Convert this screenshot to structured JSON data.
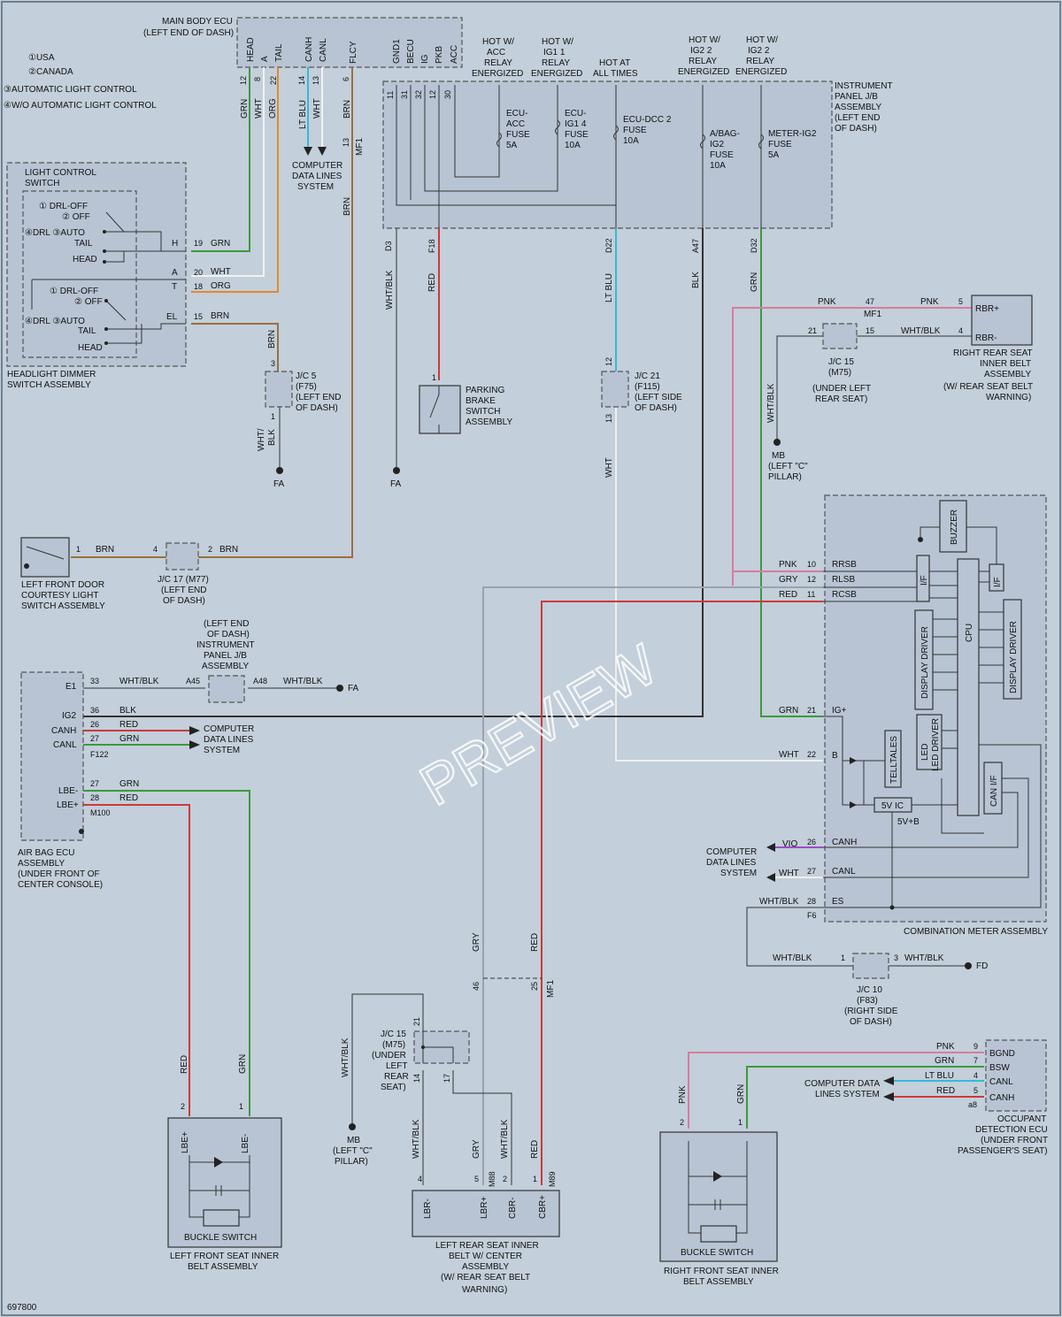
{
  "figure_id": "697800",
  "watermark": "PREVIEW",
  "legend": [
    "①USA",
    "②CANADA",
    "③AUTOMATIC LIGHT CONTROL",
    "④W/O AUTOMATIC LIGHT CONTROL"
  ],
  "main_body_ecu": {
    "label": [
      "MAIN BODY ECU",
      "(LEFT END OF DASH)"
    ],
    "terminals": [
      "HEAD",
      "A",
      "TAIL",
      "CANH",
      "CANL",
      "FLCY"
    ],
    "pins": [
      "12",
      "8",
      "22",
      "14",
      "13",
      "6"
    ]
  },
  "relay_headers": [
    [
      "HOT W/",
      "ACC",
      "RELAY",
      "ENERGIZED"
    ],
    [
      "HOT W/",
      "IG1 1",
      "RELAY",
      "ENERGIZED"
    ],
    [
      "HOT AT",
      "ALL TIMES"
    ],
    [
      "HOT W/",
      "IG2 2",
      "RELAY",
      "ENERGIZED"
    ],
    [
      "HOT W/",
      "IG2 2",
      "RELAY",
      "ENERGIZED"
    ]
  ],
  "jb_terminals": [
    "GND1",
    "BECU",
    "IG",
    "PKB",
    "ACC"
  ],
  "jb_pins": [
    "11",
    "31",
    "32",
    "12",
    "30"
  ],
  "instrument_panel_jb": [
    "INSTRUMENT",
    "PANEL J/B",
    "ASSEMBLY",
    "(LEFT END",
    "OF DASH)"
  ],
  "fuses": [
    [
      "ECU-",
      "ACC",
      "FUSE",
      "5A"
    ],
    [
      "ECU-",
      "IG1 4",
      "FUSE",
      "10A"
    ],
    [
      "ECU-DCC 2",
      "FUSE",
      "10A"
    ],
    [
      "A/BAG-",
      "IG2",
      "FUSE",
      "10A"
    ],
    [
      "METER-IG2",
      "FUSE",
      "5A"
    ]
  ],
  "jb_out_pins": [
    "D3",
    "F18",
    "D22",
    "A47",
    "D32"
  ],
  "wire_colors": {
    "grn": "GRN",
    "wht": "WHT",
    "org": "ORG",
    "ltblu": "LT BLU",
    "brn": "BRN",
    "whtblk": "WHT/BLK",
    "red": "RED",
    "blk": "BLK",
    "pnk": "PNK",
    "gry": "GRY",
    "vio": "VIO",
    "whtblk_split": [
      "WHT/",
      "BLK"
    ]
  },
  "mf1": "MF1",
  "computer_data_lines": [
    "COMPUTER",
    "DATA LINES",
    "SYSTEM"
  ],
  "light_control": {
    "title": [
      "LIGHT CONTROL",
      "SWITCH"
    ],
    "positions": [
      "① DRL-OFF",
      "② OFF",
      "④DRL ③AUTO",
      "TAIL",
      "HEAD"
    ],
    "terminals": [
      "H",
      "A",
      "T",
      "EL"
    ],
    "pins": [
      "19",
      "20",
      "18",
      "15"
    ],
    "assembly": [
      "HEADLIGHT DIMMER",
      "SWITCH ASSEMBLY"
    ]
  },
  "jc5": {
    "label": [
      "J/C 5",
      "(F75)",
      "(LEFT END",
      "OF DASH)"
    ],
    "pins": [
      "3",
      "1"
    ]
  },
  "ground_fa": "FA",
  "ground_fd": "FD",
  "parking_brake": [
    "PARKING",
    "BRAKE",
    "SWITCH",
    "ASSEMBLY"
  ],
  "jc21": {
    "label": [
      "J/C 21",
      "(F115)",
      "(LEFT SIDE",
      "OF DASH)"
    ],
    "pins": [
      "12",
      "13"
    ]
  },
  "mb_ground": [
    "MB",
    "(LEFT \"C\"",
    "PILLAR)"
  ],
  "right_rear_belt": {
    "label": [
      "RIGHT REAR SEAT",
      "INNER BELT",
      "ASSEMBLY",
      "(W/ REAR SEAT BELT",
      "WARNING)"
    ],
    "terminals": [
      "RBR+",
      "RBR-"
    ],
    "pins": [
      "5",
      "4"
    ],
    "mf_pin": "47"
  },
  "jc15_upper": {
    "label": [
      "J/C 15",
      "(M75)",
      "(UNDER LEFT",
      "REAR SEAT)"
    ],
    "pins": [
      "21",
      "15"
    ]
  },
  "door_switch": [
    "LEFT FRONT DOOR",
    "COURTESY LIGHT",
    "SWITCH ASSEMBLY"
  ],
  "jc17": {
    "label": [
      "J/C 17 (M77)",
      "(LEFT END",
      "OF DASH)"
    ],
    "pins": [
      "1",
      "4",
      "2"
    ]
  },
  "ip_jb2": {
    "label": [
      "(LEFT END",
      "OF DASH)",
      "INSTRUMENT",
      "PANEL J/B",
      "ASSEMBLY"
    ],
    "pins": [
      "33",
      "A45",
      "A48"
    ]
  },
  "airbag_ecu": {
    "terminals": [
      "E1",
      "IG2",
      "CANH",
      "CANL",
      "LBE-",
      "LBE+"
    ],
    "pins": [
      "33",
      "36",
      "26",
      "27",
      "27",
      "28"
    ],
    "connectors": [
      "F122",
      "M100"
    ],
    "label": [
      "AIR BAG ECU",
      "ASSEMBLY",
      "(UNDER FRONT OF",
      "CENTER CONSOLE)"
    ]
  },
  "combination_meter": {
    "terminals": [
      "RRSB",
      "RLSB",
      "RCSB",
      "IG+",
      "B",
      "CANH",
      "CANL",
      "ES"
    ],
    "pins": [
      "10",
      "12",
      "11",
      "21",
      "22",
      "26",
      "27",
      "28"
    ],
    "connector": "F6",
    "internal": [
      "BUZZER",
      "I/F",
      "I/F",
      "CPU",
      "DISPLAY DRIVER",
      "DISPLAY DRIVER",
      "TELLTALES",
      "LED DRIVER",
      "CAN I/F",
      "5V IC",
      "5V+B"
    ],
    "label": "COMBINATION METER ASSEMBLY"
  },
  "jc10": {
    "label": [
      "J/C 10",
      "(F83)",
      "(RIGHT SIDE",
      "OF DASH)"
    ],
    "pins": [
      "1",
      "3"
    ]
  },
  "jc15_lower": {
    "label": [
      "J/C 15",
      "(M75)",
      "(UNDER",
      "LEFT",
      "REAR",
      "SEAT)"
    ],
    "pins": [
      "21",
      "14",
      "17"
    ]
  },
  "lower_pins": {
    "gry": "46",
    "red": "25"
  },
  "occupant_ecu": {
    "terminals": [
      "BGND",
      "BSW",
      "CANL",
      "CANH"
    ],
    "pins": [
      "9",
      "7",
      "4",
      "5"
    ],
    "connector": "a8",
    "label": [
      "OCCUPANT",
      "DETECTION ECU",
      "(UNDER FRONT",
      "PASSENGER'S SEAT)"
    ],
    "cdl": [
      "COMPUTER DATA",
      "LINES SYSTEM"
    ]
  },
  "left_front_belt": {
    "terminals": [
      "LBE+",
      "LBE-"
    ],
    "pins": [
      "2",
      "1"
    ],
    "buckle": "BUCKLE SWITCH",
    "label": [
      "LEFT FRONT SEAT INNER",
      "BELT ASSEMBLY"
    ]
  },
  "left_rear_belt": {
    "terminals": [
      "LBR-",
      "LBR+",
      "CBR-",
      "CBR+"
    ],
    "pins": [
      "4",
      "5",
      "2",
      "1"
    ],
    "connectors": [
      "M88",
      "M89"
    ],
    "label": [
      "LEFT REAR SEAT INNER",
      "BELT W/ CENTER",
      "ASSEMBLY",
      "(W/ REAR SEAT BELT",
      "WARNING)"
    ]
  },
  "right_front_belt": {
    "pins": [
      "2",
      "1"
    ],
    "buckle": "BUCKLE SWITCH",
    "label": [
      "RIGHT FRONT SEAT INNER",
      "BELT ASSEMBLY"
    ]
  }
}
